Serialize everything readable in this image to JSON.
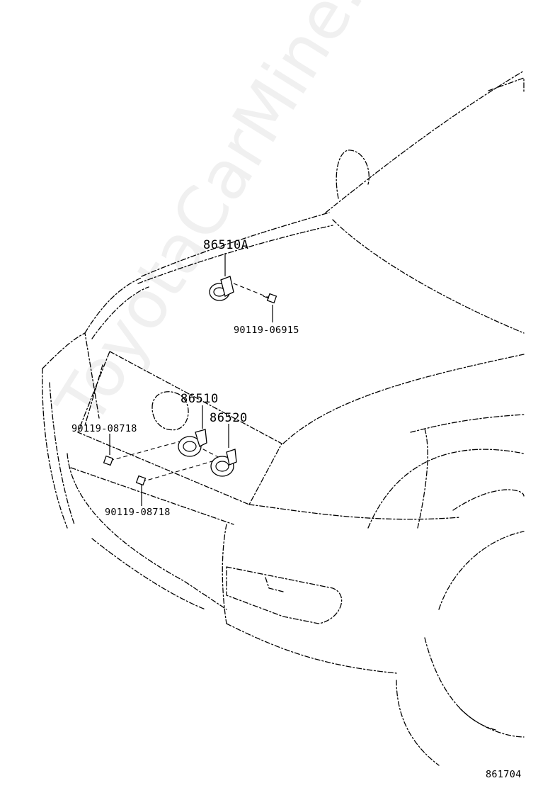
{
  "diagram": {
    "watermark": "ToyotaCarMine.ru",
    "drawing_id": "861704",
    "parts": [
      {
        "part_no": "86510A"
      },
      {
        "part_no": "90119-06915"
      },
      {
        "part_no": "86510"
      },
      {
        "part_no": "86520"
      },
      {
        "part_no": "90119-08718"
      },
      {
        "part_no": "90119-08718"
      }
    ]
  }
}
